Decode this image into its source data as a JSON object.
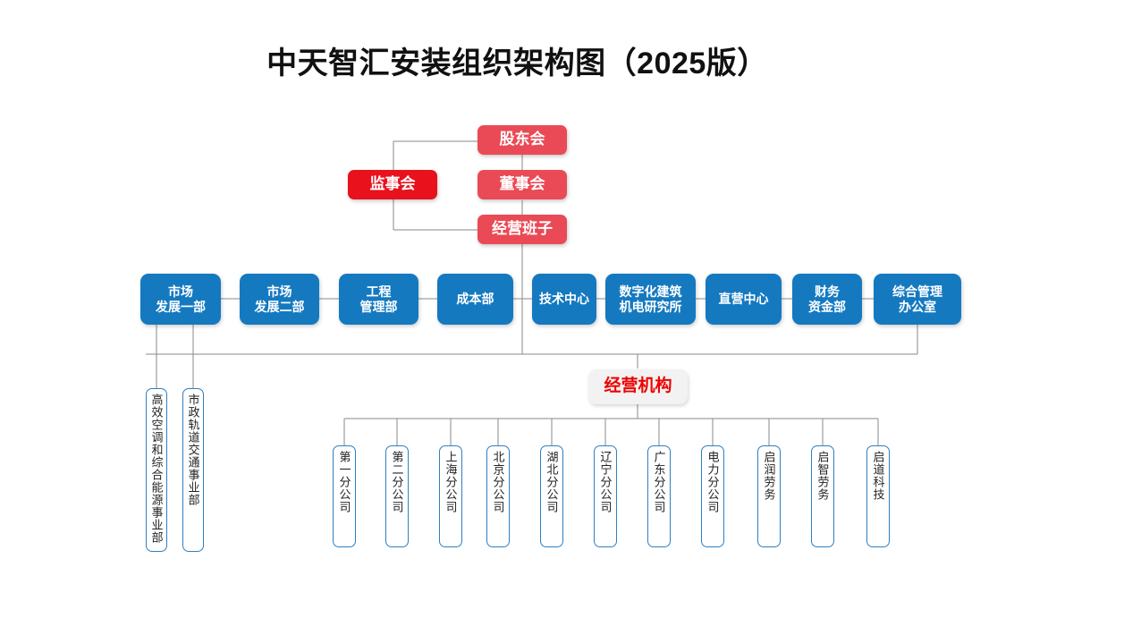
{
  "title": "中天智汇安装组织架构图（2025版）",
  "colors": {
    "red_light": "#ea4a55",
    "red_strong": "#e8111c",
    "blue": "#1579c0",
    "pill_bg": "#f2f2f2",
    "pill_text": "#ee0000",
    "line": "#8a8a8a",
    "vbox_border": "#2e7fc0"
  },
  "governance": {
    "shareholders": "股东会",
    "board": "董事会",
    "management": "经营班子",
    "supervisory": "监事会"
  },
  "departments": [
    {
      "label": "市场\n发展一部",
      "line1": "市场",
      "line2": "发展一部"
    },
    {
      "label": "市场\n发展二部",
      "line1": "市场",
      "line2": "发展二部"
    },
    {
      "label": "工程\n管理部",
      "line1": "工程",
      "line2": "管理部"
    },
    {
      "label": "成本部",
      "line1": "成本部",
      "line2": ""
    },
    {
      "label": "技术中心",
      "line1": "技术中心",
      "line2": ""
    },
    {
      "label": "数字化建筑\n机电研究所",
      "line1": "数字化建筑",
      "line2": "机电研究所"
    },
    {
      "label": "直营中心",
      "line1": "直营中心",
      "line2": ""
    },
    {
      "label": "财务\n资金部",
      "line1": "财务",
      "line2": "资金部"
    },
    {
      "label": "综合管理\n办公室",
      "line1": "综合管理",
      "line2": "办公室"
    }
  ],
  "business_units": [
    {
      "label": "高效空调和综合能源事业部"
    },
    {
      "label": "市政轨道交通事业部"
    }
  ],
  "operating_group": {
    "label": "经营机构"
  },
  "subsidiaries": [
    {
      "label": "第一分公司"
    },
    {
      "label": "第二分公司"
    },
    {
      "label": "上海分公司"
    },
    {
      "label": "北京分公司"
    },
    {
      "label": "湖北分公司"
    },
    {
      "label": "辽宁分公司"
    },
    {
      "label": "广东分公司"
    },
    {
      "label": "电力分公司"
    },
    {
      "label": "启润劳务"
    },
    {
      "label": "启智劳务"
    },
    {
      "label": "启道科技"
    }
  ]
}
